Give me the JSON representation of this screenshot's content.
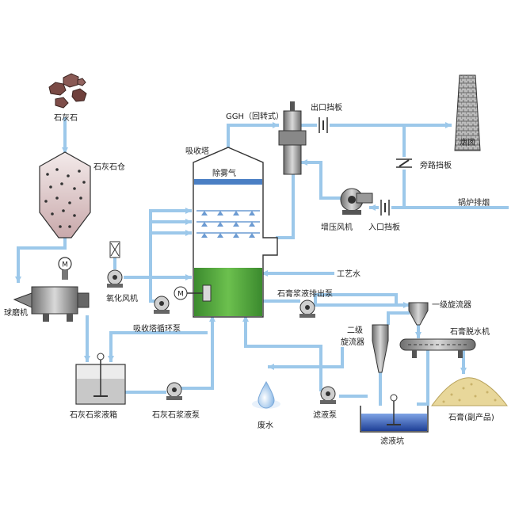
{
  "labels": {
    "limestone": "石灰石",
    "limestone_silo": "石灰石仓",
    "ball_mill": "球磨机",
    "absorber": "吸收塔",
    "demister": "除雾气",
    "ggh": "GGH（回转式）",
    "outlet_damper": "出口挡板",
    "chimney": "烟囱",
    "bypass_damper": "旁路挡板",
    "boost_fan": "增压风机",
    "inlet_damper": "入口挡板",
    "boiler_flue_gas": "锅炉排烟",
    "oxidation_fan": "氧化风机",
    "absorber_circ_pump": "吸收塔循环泵",
    "process_water": "工艺水",
    "gypsum_discharge_pump": "石膏浆液排出泵",
    "primary_cyclone": "一级旋流器",
    "gypsum_dewater": "石膏脱水机",
    "secondary_cyclone_1": "二级",
    "secondary_cyclone_2": "旋流器",
    "limestone_slurry_tank": "石灰石浆液箱",
    "limestone_slurry_pump": "石灰石浆液泵",
    "waste_water": "废水",
    "filtrate_pump": "滤液泵",
    "filtrate_pit": "滤液坑",
    "gypsum_product": "石膏(副产品)",
    "motor": "M"
  },
  "colors": {
    "pipe": "#9cc8ea",
    "slurry": "#4fa53a",
    "filtrate_pit": "#2a4fa8",
    "gypsum": "#e8d79a",
    "limestone": "#7a4a45"
  }
}
